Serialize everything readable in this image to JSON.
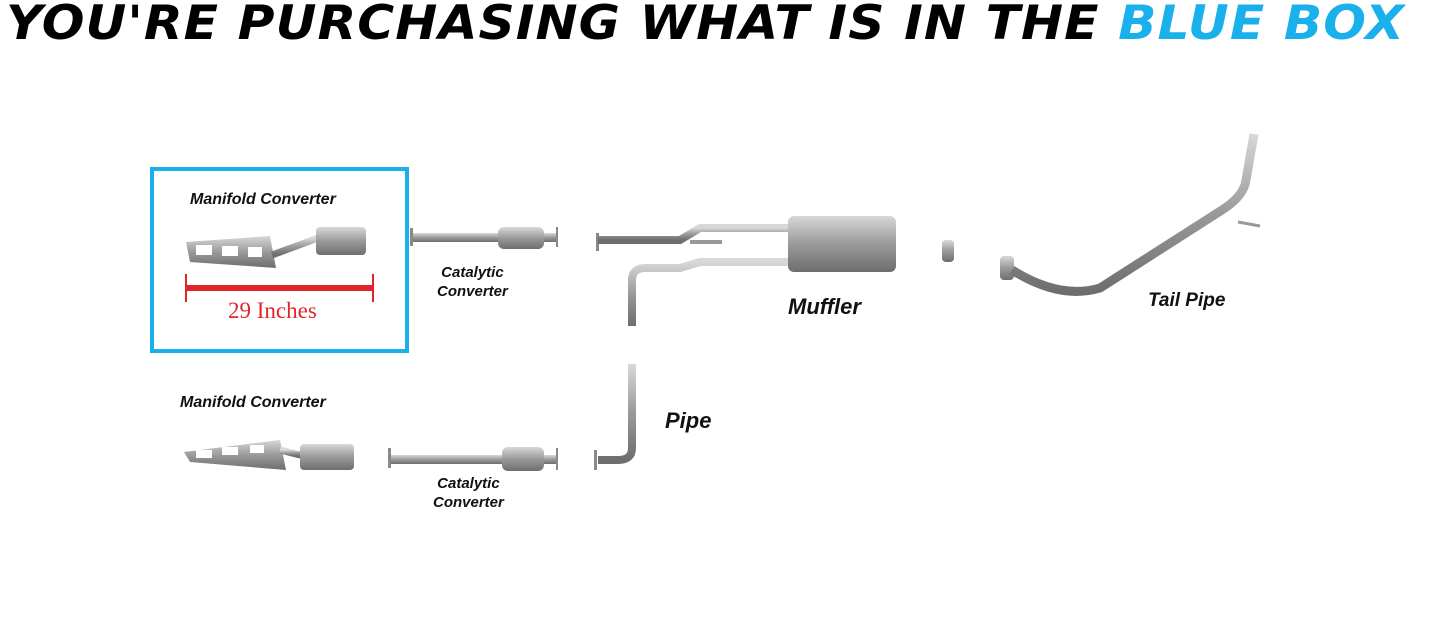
{
  "title": {
    "main": "YOU'RE PURCHASING WHAT IS IN THE",
    "highlight": "BLUE BOX"
  },
  "colors": {
    "accent": "#1ab0ec",
    "measure": "#e0262a",
    "metal": "#a8a8a8"
  },
  "labels": {
    "manifold_top": "Manifold Converter",
    "measure": "29 Inches",
    "cat_top_1": "Catalytic",
    "cat_top_2": "Converter",
    "muffler": "Muffler",
    "tail_pipe": "Tail Pipe",
    "manifold_bottom": "Manifold Converter",
    "pipe": "Pipe",
    "cat_bottom_1": "Catalytic",
    "cat_bottom_2": "Converter"
  }
}
